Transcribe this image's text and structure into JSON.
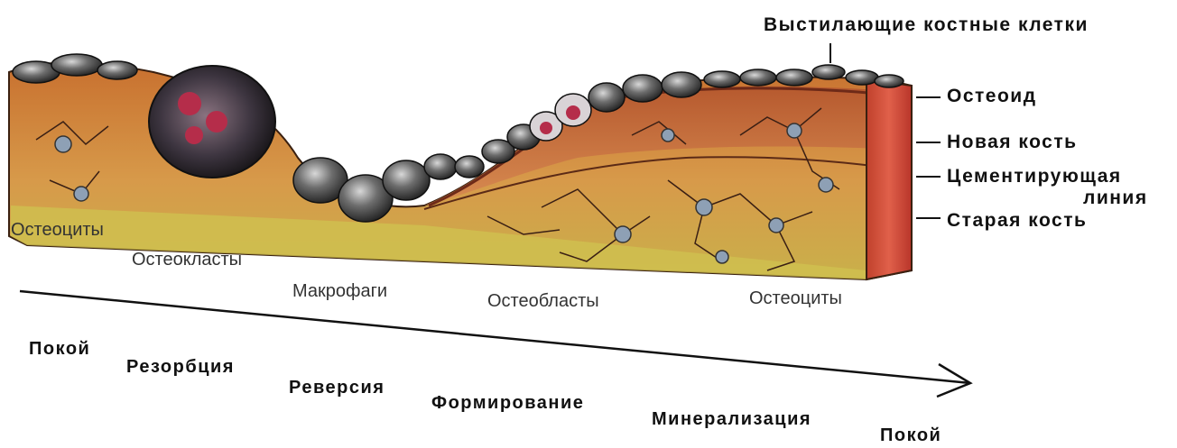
{
  "labels": {
    "lining_cells": "Выстилающие костные клетки",
    "osteoid": "Остеоид",
    "new_bone": "Новая кость",
    "cement_line_1": "Цементирующая",
    "cement_line_2": "линия",
    "old_bone": "Старая кость"
  },
  "cells": {
    "osteocytes_left": "Остеоциты",
    "osteoclasts": "Остеокласты",
    "macrophages": "Макрофаги",
    "osteoblasts": "Остеобласты",
    "osteocytes_right": "Остеоциты"
  },
  "phases": {
    "rest_start": "Покой",
    "resorption": "Резорбция",
    "reversal": "Реверсия",
    "formation": "Формирование",
    "mineralization": "Минерализация",
    "rest_end": "Покой"
  }
}
